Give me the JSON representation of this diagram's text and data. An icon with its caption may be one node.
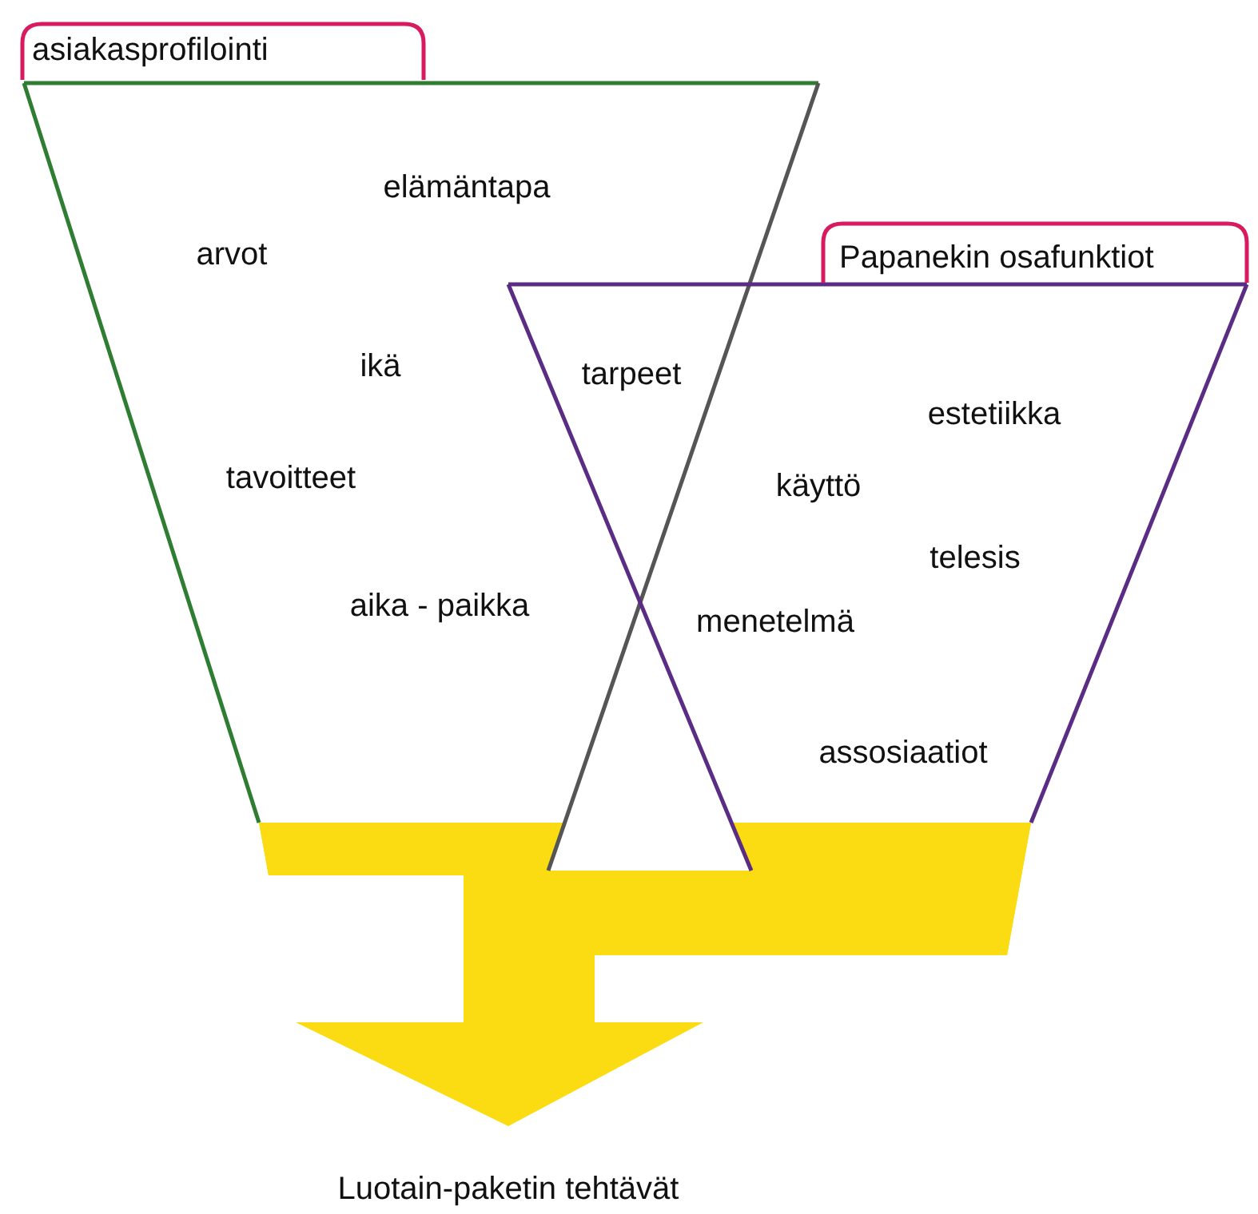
{
  "diagram": {
    "nodes": [
      {
        "text": [
          "asiakasprofilointi",
          "elämäntapa",
          "arvot",
          "ikä",
          "tavoitteet",
          "aika - paikka"
        ]
      },
      {
        "text": [
          "Papanekin osafunktiot",
          "estetiikka",
          "käyttö",
          "telesis",
          "menetelmä",
          "assosiaatiot"
        ]
      },
      {
        "text": [
          "Luotain-paketin tehtävät"
        ]
      }
    ],
    "edges": [
      {
        "from": 0,
        "to": 2,
        "arrow": "to",
        "style": "thick",
        "color": "#fbdc12"
      },
      {
        "from": 1,
        "to": 2,
        "arrow": "to",
        "style": "thick",
        "color": "#fbdc12"
      }
    ],
    "labels": [
      "tarpeet"
    ]
  }
}
